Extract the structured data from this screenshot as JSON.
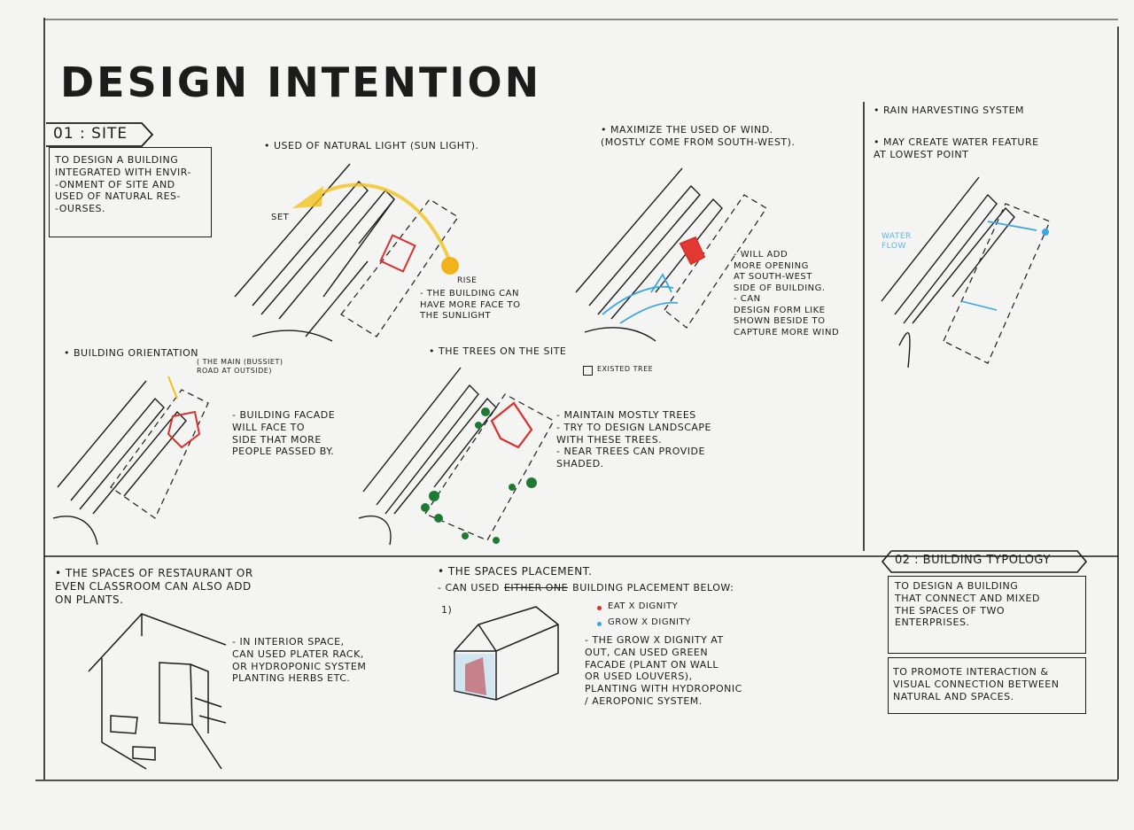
{
  "title": "DESIGN INTENTION",
  "section_site": {
    "label": "01 : SITE",
    "box_text": "TO DESIGN A BUILDING\nINTEGRATED WITH ENVIR-\n-ONMENT OF SITE AND\nUSED OF NATURAL RES-\n-OURSES."
  },
  "sunlight": {
    "heading": "• USED OF NATURAL LIGHT (SUN LIGHT).",
    "set_label": "SET",
    "rise_label": "RISE",
    "note": "- THE BUILDING CAN\nHAVE MORE FACE TO\nTHE SUNLIGHT"
  },
  "wind": {
    "heading": "• MAXIMIZE THE USED OF WIND.\n(MOSTLY COME FROM SOUTH-WEST).",
    "note": "- WILL ADD\nMORE OPENING\nAT SOUTH-WEST\nSIDE OF BUILDING.\n- CAN\nDESIGN FORM LIKE\nSHOWN BESIDE TO\nCAPTURE MORE WIND"
  },
  "rain": {
    "heading1": "• RAIN HARVESTING SYSTEM",
    "heading2": "• MAY CREATE WATER FEATURE\nAT LOWEST POINT",
    "water_label": "WATER\nFLOW"
  },
  "orientation": {
    "heading": "• BUILDING ORIENTATION",
    "road_note": "( THE MAIN (BUSSIET)\nROAD AT OUTSIDE)",
    "note": "- BUILDING FACADE\nWILL FACE TO\nSIDE THAT MORE\nPEOPLE PASSED BY."
  },
  "trees": {
    "heading": "• THE TREES ON THE SITE",
    "legend": "EXISTED TREE",
    "note": "- MAINTAIN MOSTLY TREES\n- TRY TO DESIGN LANDSCAPE\nWITH THESE TREES.\n- NEAR TREES CAN PROVIDE\nSHADED."
  },
  "restaurant": {
    "heading": "• THE SPACES OF RESTAURANT OR\nEVEN CLASSROOM CAN ALSO ADD\nON PLANTS.",
    "note": "- IN INTERIOR SPACE,\nCAN USED PLATER RACK,\nOR HYDROPONIC SYSTEM\nPLANTING HERBS ETC."
  },
  "placement": {
    "heading": "• THE SPACES PLACEMENT.",
    "sub": "- CAN USED",
    "struck": "EITHER ONE",
    "sub_end": "BUILDING PLACEMENT BELOW:",
    "number": "1)",
    "legend1": "EAT x DIGNITY",
    "legend2": "GROW x DIGNITY",
    "note": "- THE GROW x DIGNITY AT\nOUT, CAN USED GREEN\nFACADE (PLANT ON WALL\nOR USED LOUVERS),\nPLANTING WITH HYDROPONIC\n/ AEROPONIC SYSTEM."
  },
  "typology": {
    "label": "02 : BUILDING TYPOLOGY",
    "box1": "TO DESIGN A BUILDING\nTHAT CONNECT AND MIXED\nTHE SPACES OF TWO\nENTERPRISES.",
    "box2": "TO PROMOTE INTERACTION &\nVISUAL CONNECTION BETWEEN\nNATURAL AND SPACES."
  },
  "colors": {
    "ink": "#1c1c1c",
    "red": "#d9302c",
    "blue": "#3aa7e0",
    "yellow": "#f2c21b",
    "green": "#1e7a33"
  }
}
